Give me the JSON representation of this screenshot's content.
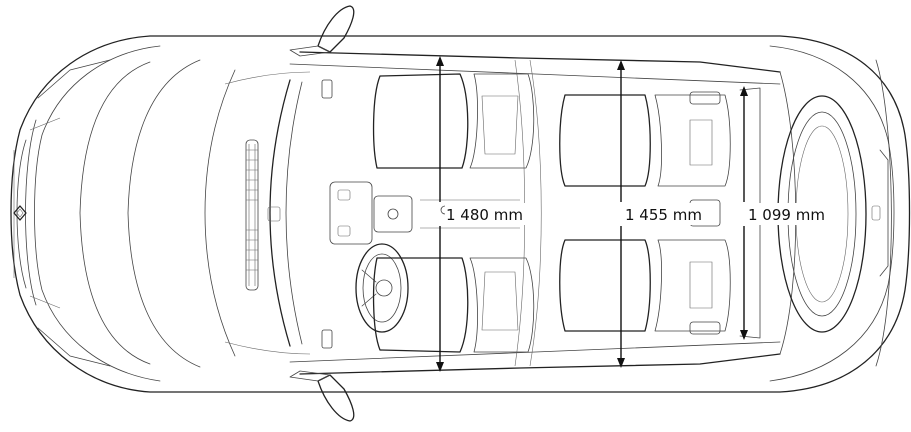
{
  "measurements": [
    {
      "key": "front_width",
      "label": "1 480 mm"
    },
    {
      "key": "rear_width",
      "label": "1 455 mm"
    },
    {
      "key": "boot_width",
      "label": "1 099 mm"
    }
  ]
}
